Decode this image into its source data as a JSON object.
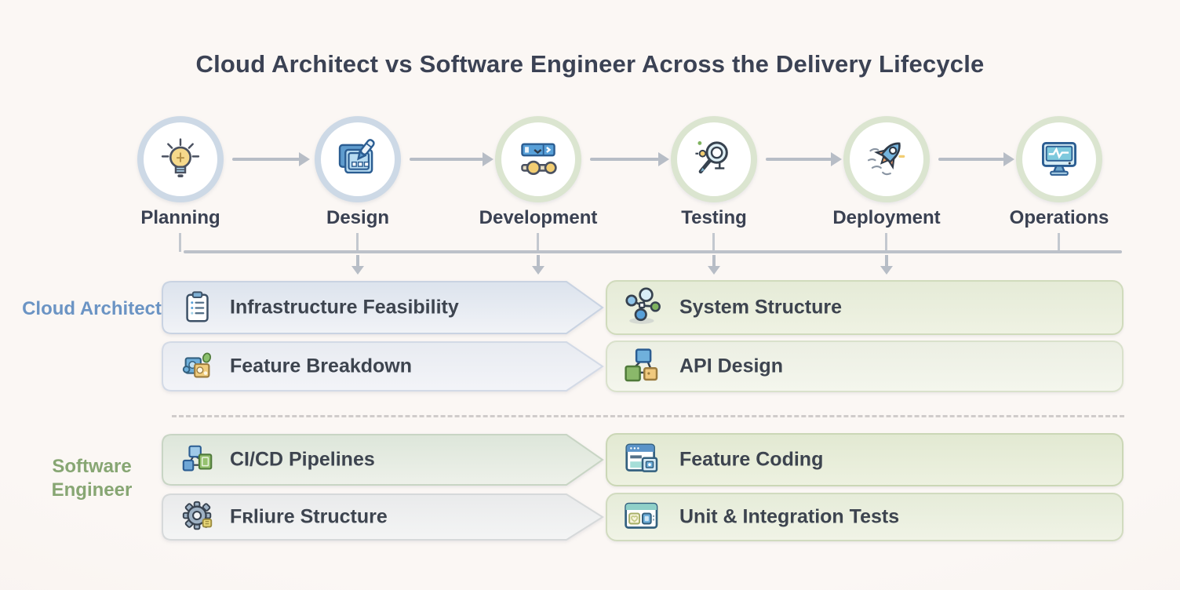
{
  "title": "Cloud Architect vs Software Engineer Across the Delivery Lifecycle",
  "colors": {
    "background": "#f9f4f1",
    "title_text": "#3b4254",
    "phase_text": "#3a4152",
    "arrow": "#b7bdc6",
    "cloud_architect_label": "#6b94c4",
    "software_engineer_label": "#87a673",
    "row_text": "#3d444f",
    "ring_blue": "#cdd9e6",
    "ring_green": "#dbe5d0"
  },
  "phases": [
    {
      "label": "Planning",
      "icon": "lightbulb-icon"
    },
    {
      "label": "Design",
      "icon": "design-canvas-icon"
    },
    {
      "label": "Development",
      "icon": "pipeline-icon"
    },
    {
      "label": "Testing",
      "icon": "magnifier-icon"
    },
    {
      "label": "Deployment",
      "icon": "rocket-icon"
    },
    {
      "label": "Operations",
      "icon": "monitor-icon"
    }
  ],
  "lanes": [
    {
      "label": "Cloud Architect",
      "rows": [
        {
          "left": {
            "icon": "clipboard-checklist-icon",
            "label": "Infrastructure Feasibility"
          },
          "right": {
            "icon": "network-nodes-icon",
            "label": "System Structure"
          }
        },
        {
          "left": {
            "icon": "puzzle-pieces-icon",
            "label": "Feature Breakdown"
          },
          "right": {
            "icon": "connected-blocks-icon",
            "label": "API Design"
          }
        }
      ]
    },
    {
      "label": "Software Engineer",
      "rows": [
        {
          "left": {
            "icon": "pipeline-blocks-icon",
            "label": "CI/CD Pipelines"
          },
          "right": {
            "icon": "browser-window-icon",
            "label": "Feature Coding"
          }
        },
        {
          "left": {
            "icon": "gear-icon",
            "label": "Fʀliure Structure"
          },
          "right": {
            "icon": "test-checklist-card-icon",
            "label": "Unit & Integration Tests"
          }
        }
      ]
    }
  ]
}
